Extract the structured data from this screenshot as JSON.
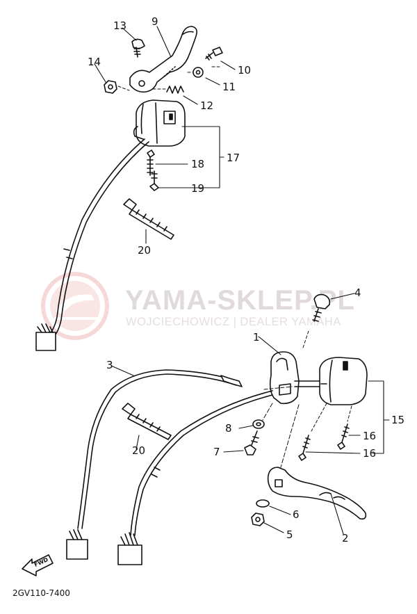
{
  "diagram": {
    "drawing_code": "2GV110-7400",
    "fwd_label": "FWD",
    "watermark": {
      "title": "YAMA-SKLEP.PL",
      "subtitle": "WOJCIECHOWICZ | DEALER YAMAHA"
    },
    "callouts": {
      "c1": "1",
      "c2": "2",
      "c3": "3",
      "c4": "4",
      "c5": "5",
      "c6": "6",
      "c7": "7",
      "c8": "8",
      "c9": "9",
      "c10": "10",
      "c11": "11",
      "c12": "12",
      "c13": "13",
      "c14": "14",
      "c15": "15",
      "c16a": "16",
      "c16b": "16",
      "c17": "17",
      "c18": "18",
      "c19": "19",
      "c20a": "20",
      "c20b": "20"
    }
  }
}
